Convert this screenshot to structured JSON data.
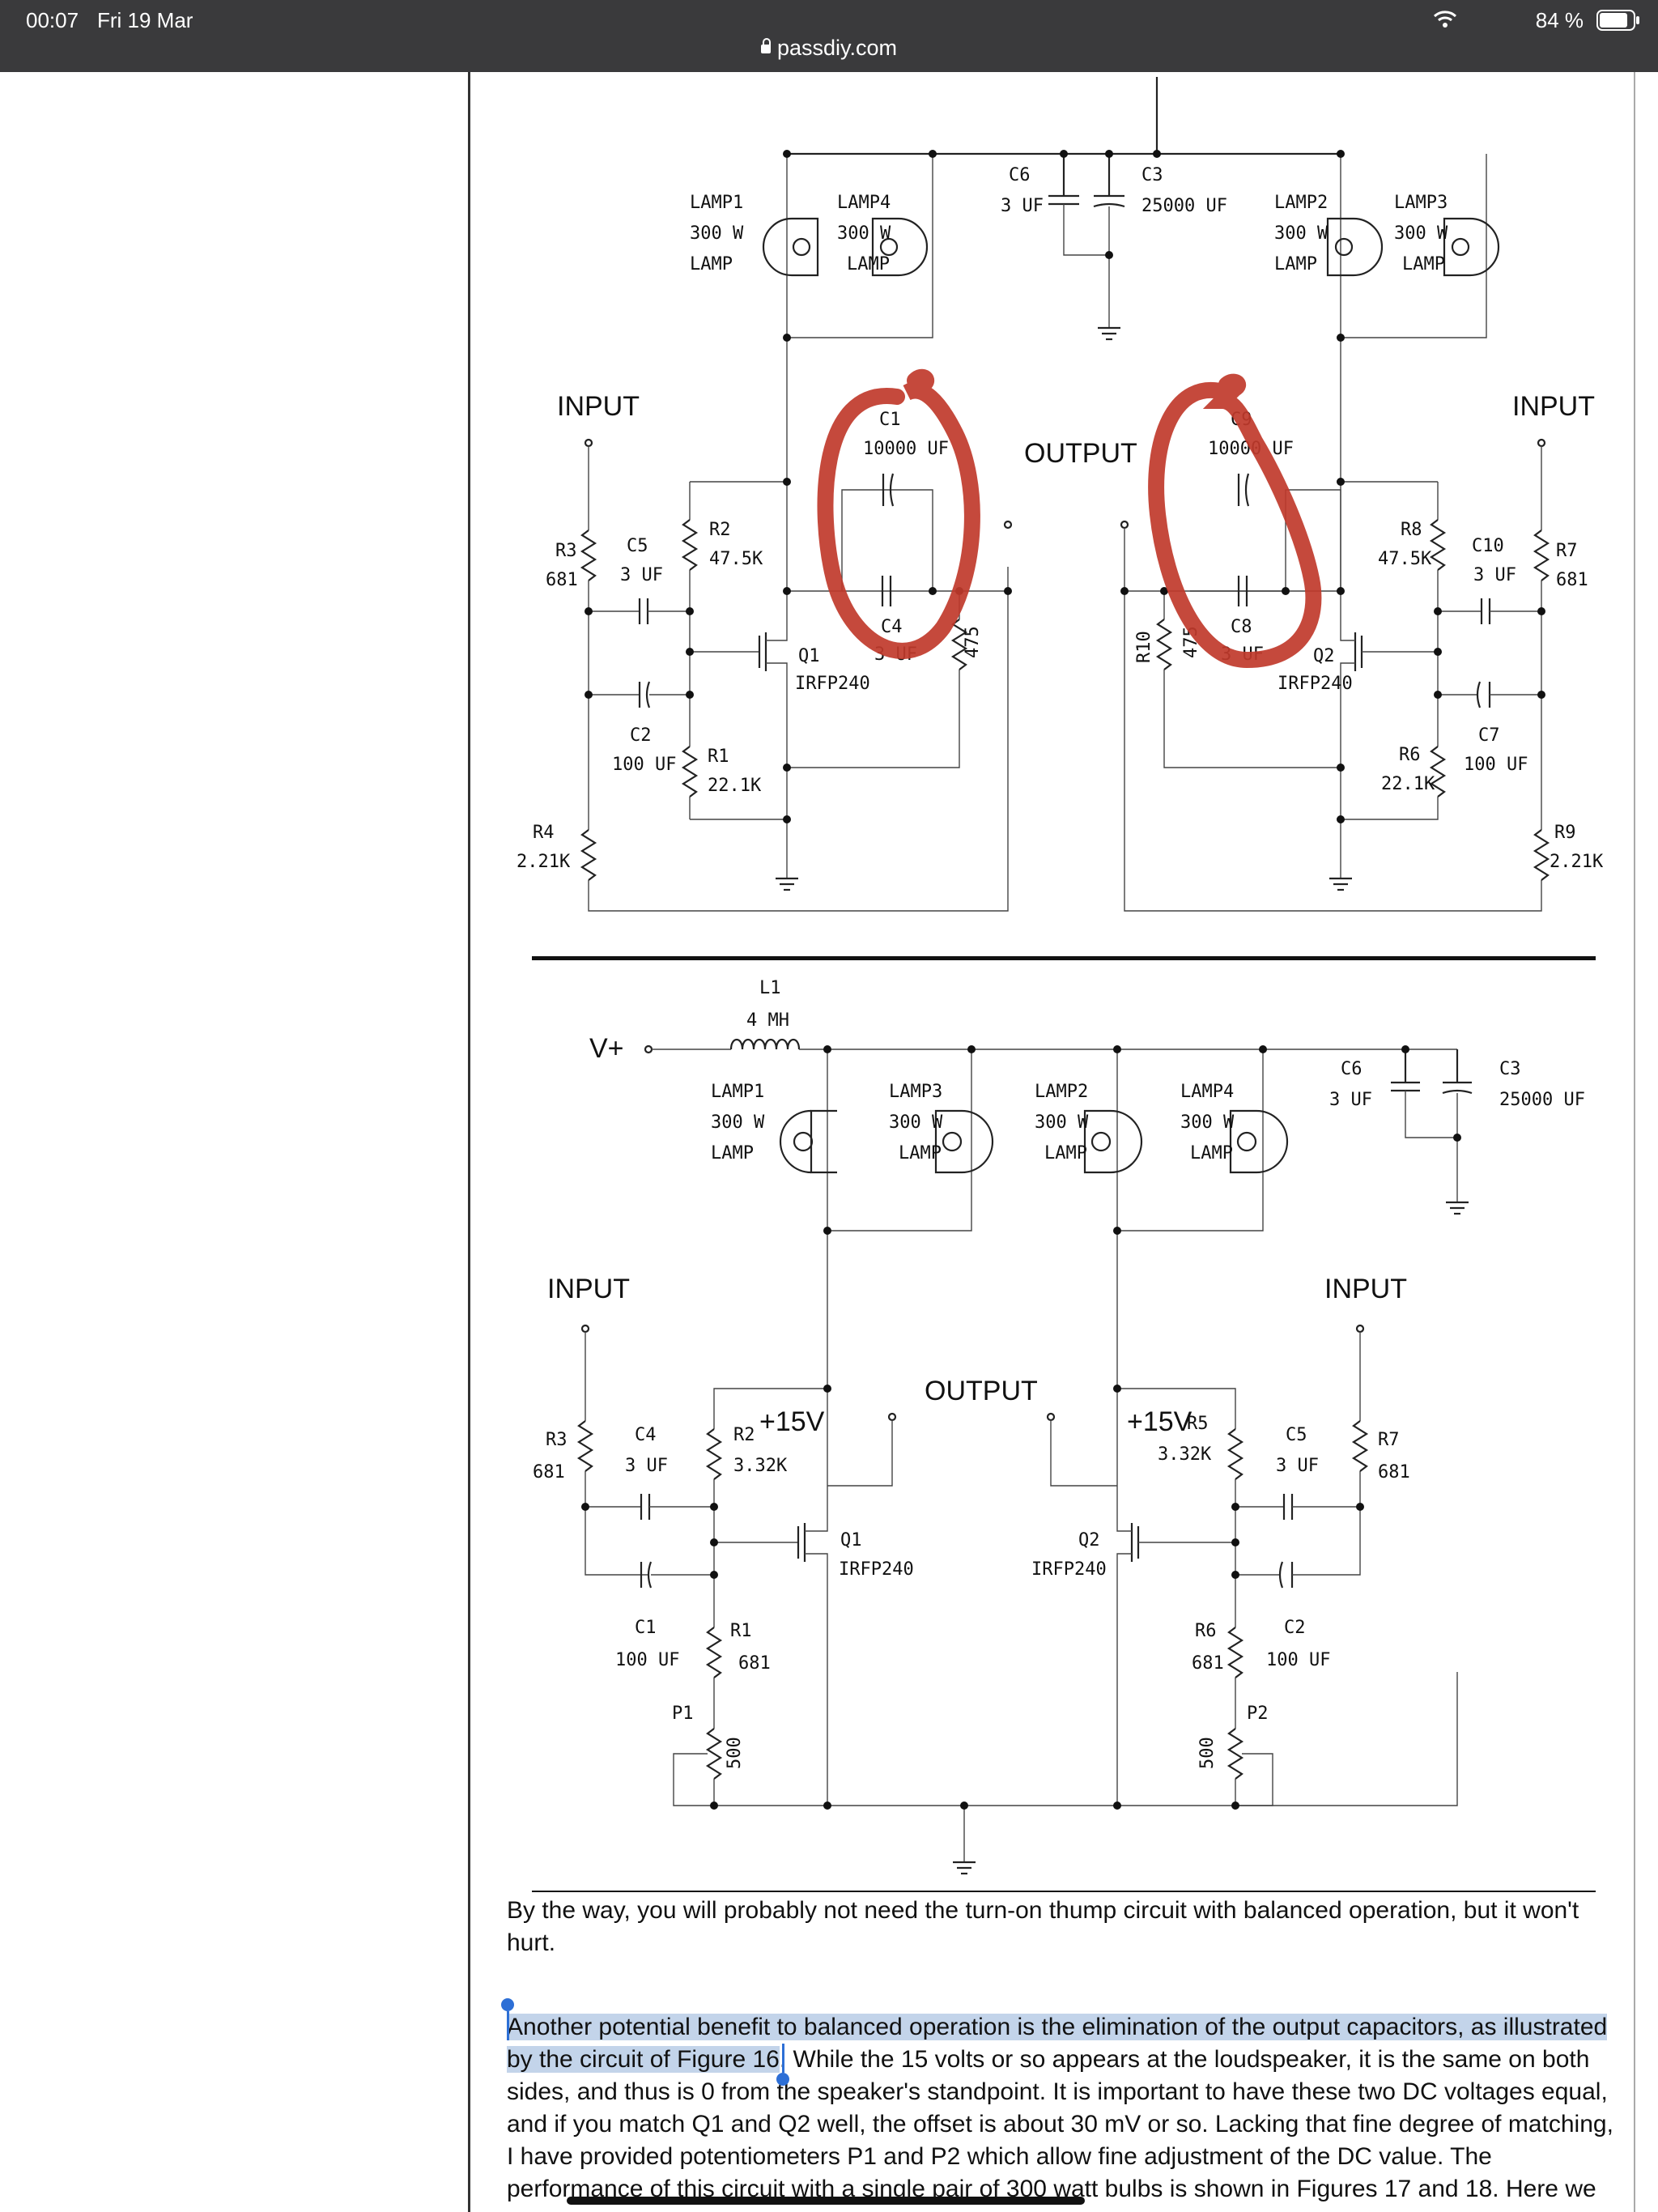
{
  "status_bar": {
    "time": "00:07",
    "date": "Fri 19 Mar",
    "battery": "84 %",
    "url": "passdiy.com"
  },
  "colors": {
    "status_bg": "#3a3a3c",
    "selection": "#c3d4ea",
    "handle": "#2d6fd6",
    "annotation": "#c0392b"
  },
  "figure_top": {
    "labels": {
      "lamp1": "LAMP1",
      "lamp4": "LAMP4",
      "lamp2": "LAMP2",
      "lamp3": "LAMP3",
      "watt": "300 W",
      "lamp": "LAMP",
      "c6": "C6",
      "c6v": "3 UF",
      "c3": "C3",
      "c3v": "25000 UF",
      "input": "INPUT",
      "output": "OUTPUT",
      "c1": "C1",
      "c1v": "10000 UF",
      "c9": "C9",
      "c9v": "10000 UF",
      "r3": "R3",
      "r3v": "681",
      "c5": "C5",
      "c5v": "3 UF",
      "r2": "R2",
      "r2v": "47.5K",
      "c4": "C4",
      "c4v": "3 UF",
      "q1": "Q1",
      "irfp": "IRFP240",
      "c2": "C2",
      "c2v": "100 UF",
      "r1": "R1",
      "r1v": "22.1K",
      "r4": "R4",
      "r4v": "2.21K",
      "r8": "R8",
      "r8v": "47.5K",
      "c10": "C10",
      "c10v": "3 UF",
      "r7": "R7",
      "r7v": "681",
      "r10": "R10",
      "r475": "475",
      "c8": "C8",
      "c8v": "3 UF",
      "q2": "Q2",
      "r6": "R6",
      "r6v": "22.1K",
      "c7": "C7",
      "c7v": "100 UF",
      "r9": "R9",
      "r9v": "2.21K"
    }
  },
  "figure_bottom": {
    "labels": {
      "l1": "L1",
      "l1v": "4 MH",
      "vplus": "V+",
      "lamp1": "LAMP1",
      "lamp3": "LAMP3",
      "lamp2": "LAMP2",
      "lamp4": "LAMP4",
      "watt": "300 W",
      "lamp": "LAMP",
      "c6": "C6",
      "c6v": "3 UF",
      "c3": "C3",
      "c3v": "25000 UF",
      "input": "INPUT",
      "output": "OUTPUT",
      "p15": "+15V",
      "r3": "R3",
      "r3v": "681",
      "c4": "C4",
      "c4v": "3 UF",
      "r2": "R2",
      "r2v": "3.32K",
      "q1": "Q1",
      "q2": "Q2",
      "irfp": "IRFP240",
      "c1": "C1",
      "c1v": "100 UF",
      "r1": "R1",
      "r1v": "681",
      "p1": "P1",
      "p2": "P2",
      "pv": "500",
      "r5": "R5",
      "r5v": "3.32K",
      "c5": "C5",
      "c5v": "3 UF",
      "r7": "R7",
      "r7v": "681",
      "r6": "R6",
      "r6v": "681",
      "c2": "C2",
      "c2v": "100 UF"
    }
  },
  "article": {
    "p1": "By the way, you will probably not need the turn-on thump circuit with balanced operation, but it won't hurt.",
    "p2_selected": "Another potential benefit to balanced operation is the elimination of the output capacitors, as illustrated by the circuit of Figure 16",
    "p2_rest": ". While the 15 volts or so appears at the loudspeaker, it is the same on both sides, and thus is 0 from the speaker's standpoint. It is important to have these two DC voltages equal, and if you match Q1 and Q2 well, the offset is about 30 mV or so. Lacking that fine degree of matching, I have provided potentiometers P1 and P2 which allow fine adjustment of the DC value. The performance of this circuit with a single pair of 300 watt bulbs is shown in Figures 17 and 18. Here we"
  }
}
